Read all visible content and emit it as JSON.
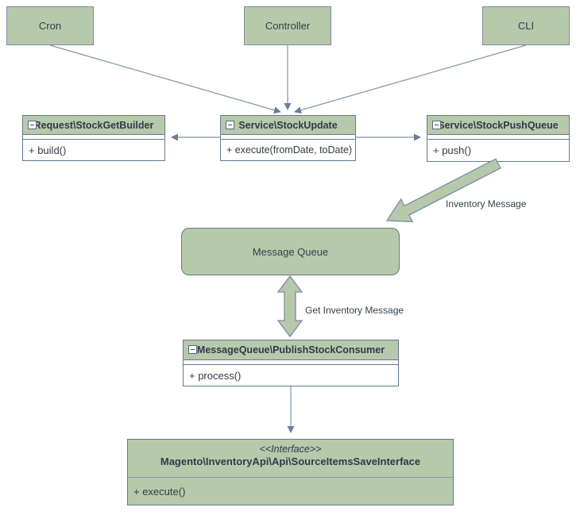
{
  "diagram": {
    "colors": {
      "node_fill": "#b7c9ab",
      "node_border": "#66788c",
      "edge_line": "#8392a8",
      "text": "#2f3b4c",
      "class_body_bg": "#ffffff"
    },
    "icons": {
      "collapse": "minus-square-icon"
    },
    "actors": [
      {
        "id": "cron",
        "label": "Cron"
      },
      {
        "id": "controller",
        "label": "Controller"
      },
      {
        "id": "cli",
        "label": "CLI"
      }
    ],
    "classes": [
      {
        "id": "stock-get-builder",
        "title": "Request\\StockGetBuilder",
        "methods": [
          "+ build()"
        ]
      },
      {
        "id": "stock-update",
        "title": "Service\\StockUpdate",
        "methods": [
          "+ execute(fromDate, toDate)"
        ]
      },
      {
        "id": "stock-push-queue",
        "title": "Service\\StockPushQueue",
        "methods": [
          "+ push()"
        ]
      },
      {
        "id": "publish-stock-consumer",
        "title": "MessageQueue\\PublishStockConsumer",
        "methods": [
          "+ process()"
        ]
      }
    ],
    "queue": {
      "label": "Message Queue"
    },
    "interface": {
      "stereotype": "<<Interface>>",
      "title": "Magento\\InventoryApi\\Api\\SourceItemsSaveInterface",
      "methods": [
        "+ execute()"
      ]
    },
    "edge_labels": {
      "inventory_message": "Inventory Message",
      "get_inventory_message": "Get Inventory Message"
    }
  }
}
